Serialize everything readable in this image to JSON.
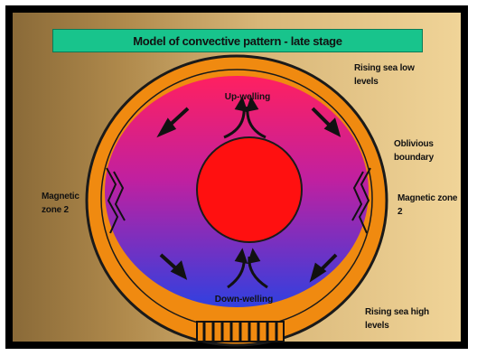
{
  "title": "Model of convective pattern - late stage",
  "labels": {
    "top_right": "Rising sea low levels",
    "right_mid": "Oblivious boundary",
    "left": "Magnetic zone 2",
    "right_lower": "Magnetic zone 2",
    "bottom_right": "Rising sea high levels",
    "upwelling": "Up-welling",
    "downwelling": "Down-welling"
  },
  "colors": {
    "background_left": "#8a6a38",
    "background_right": "#f0d498",
    "title_bar": "#18c48c",
    "outer_shell": "#f08a10",
    "mantle_top": "#ff2060",
    "mantle_bottom": "#3040e0",
    "core": "#ff1010"
  },
  "icons": [
    "convection-arrow-icon",
    "upwelling-arrow-icon",
    "downwelling-arrow-icon",
    "trench-hatch-icon"
  ]
}
